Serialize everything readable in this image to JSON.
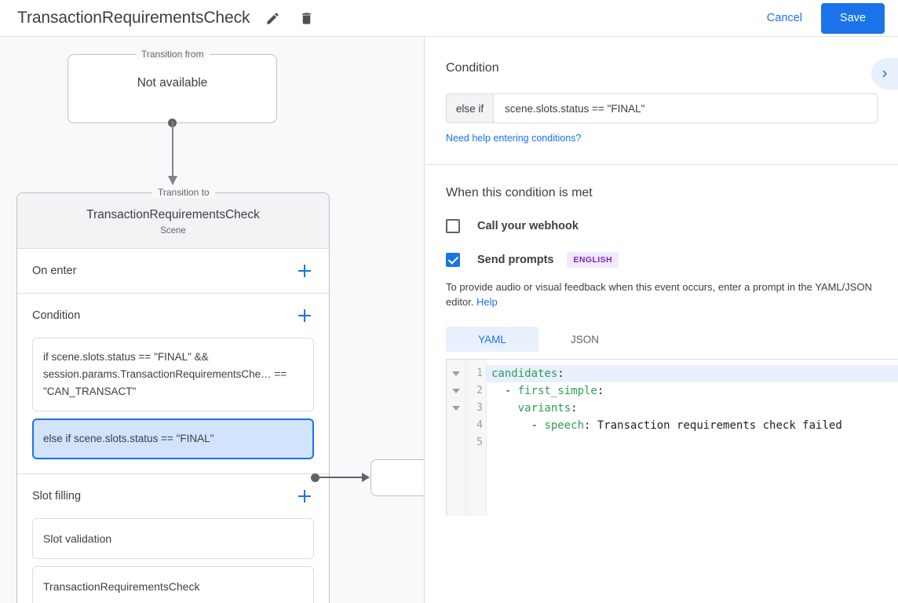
{
  "topbar": {
    "title": "TransactionRequirementsCheck",
    "edit_icon": "pencil-icon",
    "delete_icon": "trash-icon",
    "cancel_label": "Cancel",
    "save_label": "Save"
  },
  "graph": {
    "transition_from_legend": "Transition from",
    "transition_from_value": "Not available",
    "transition_to_legend": "Transition to",
    "scene_name": "TransactionRequirementsCheck",
    "scene_type": "Scene",
    "sections": [
      {
        "title": "On enter",
        "add_label": "+"
      },
      {
        "title": "Condition",
        "add_label": "+"
      },
      {
        "title": "Slot filling",
        "add_label": "+"
      }
    ],
    "conditions": [
      "if scene.slots.status == \"FINAL\" && session.params.TransactionRequirementsChe… == \"CAN_TRANSACT\"",
      "else if scene.slots.status == \"FINAL\""
    ],
    "slots": [
      "Slot validation",
      "TransactionRequirementsCheck"
    ]
  },
  "details": {
    "condition_heading": "Condition",
    "condition_prefix": "else if",
    "condition_expression": "scene.slots.status == \"FINAL\"",
    "condition_help_link": "Need help entering conditions?",
    "when_met_heading": "When this condition is met",
    "webhook_label": "Call your webhook",
    "send_prompts_label": "Send prompts",
    "language_badge": "ENGLISH",
    "description": "To provide audio or visual feedback when this event occurs, enter a prompt in the YAML/JSON editor.",
    "description_link": "Help",
    "tabs": [
      {
        "label": "YAML",
        "active": true
      },
      {
        "label": "JSON",
        "active": false
      }
    ],
    "editor": {
      "line_numbers": [
        "1",
        "2",
        "3",
        "4",
        "5"
      ],
      "lines": [
        {
          "key": "candidates",
          "punct": ":",
          "indent": "",
          "dash": "",
          "value": "",
          "highlighted": true,
          "foldable": true
        },
        {
          "key": "first_simple",
          "punct": ":",
          "indent": "  ",
          "dash": "- ",
          "value": "",
          "highlighted": false,
          "foldable": true
        },
        {
          "key": "variants",
          "punct": ":",
          "indent": "    ",
          "dash": "",
          "value": "",
          "highlighted": false,
          "foldable": true
        },
        {
          "key": "speech",
          "punct": ":",
          "indent": "      ",
          "dash": "- ",
          "value": " Transaction requirements check failed",
          "highlighted": false,
          "foldable": false
        },
        {
          "key": "",
          "punct": "",
          "indent": "",
          "dash": "",
          "value": "",
          "highlighted": false,
          "foldable": false
        }
      ]
    },
    "panel_toggle_icon": "chevron-right-icon"
  },
  "colors": {
    "accent_blue": "#1a73e8",
    "selected_chip_bg": "#d2e3fc",
    "badge_purple_bg": "#f3e8fd",
    "badge_purple_fg": "#7627bb",
    "yaml_key_green": "#2e9e54",
    "panel_bg": "#f8f9fa"
  }
}
